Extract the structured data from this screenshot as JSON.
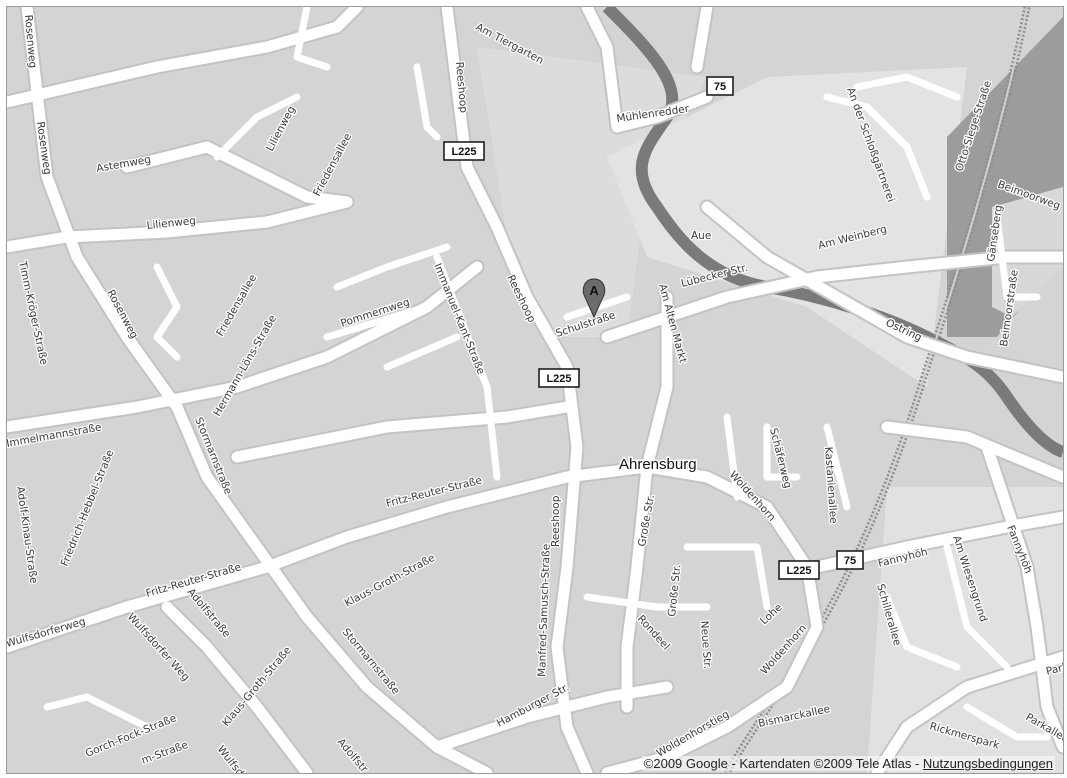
{
  "map": {
    "city": "Ahrensburg",
    "marker": {
      "letter": "A"
    },
    "shields": [
      "L225",
      "L225",
      "L225",
      "75",
      "75"
    ],
    "streets": [
      "Am Tiergarten",
      "Reeshoop",
      "Mühlenredder",
      "Lübecker Str.",
      "Astemweg",
      "Lilienweg",
      "Lilienweg",
      "Friedensallee",
      "Friedensallee",
      "Rosenweg",
      "Rosenweg",
      "Rosenweg",
      "Timm-Kröger-Straße",
      "Hermann-Löns-Straße",
      "Pommernweg",
      "Immanuel-Kant-Straße",
      "Reeshoop",
      "Schulstraße",
      "Am Alten Markt",
      "Aue",
      "Am Weinberg",
      "An der Schloßgärtnerei",
      "Otto-Siege-Straße",
      "Beimoorweg",
      "Gänseberg",
      "Beimoorstraße",
      "Ostring",
      "Immelmannstraße",
      "Stormarnstraße",
      "Friedrich-Hebbel-Straße",
      "Adolf-Kinau-Straße",
      "Fritz-Reuter-Straße",
      "Fritz-Reuter-Straße",
      "Reeshoop",
      "Große Str.",
      "Große Str.",
      "Woldenhorn",
      "Schäferweg",
      "Kastanienallee",
      "Klaus-Groth-Straße",
      "Manfred-Samusch-Straße",
      "Wulfsdorferweg",
      "Wulfsdorfer Weg",
      "Adolfstraße",
      "Klaus-Groth-Straße",
      "Stormarnstraße",
      "Gorch-Fock-Straße",
      "Adolfstr",
      "Hamburger Str.",
      "Rondeel",
      "Neue Str.",
      "Lohe",
      "Woldenhorn",
      "Woldenhorstieg",
      "Fannyhöh",
      "Fannyhöh",
      "Am Wiesengrund",
      "Schillerallee",
      "Bismarckallee",
      "Rickmerspark",
      "Parkallee",
      "Parkallee",
      "m-Straße",
      "Wulfsdorfer"
    ]
  },
  "footer": {
    "copyright_text": "©2009 Google - Kartendaten ©2009 Tele Atlas - ",
    "terms_link": "Nutzungsbedingungen"
  },
  "colors": {
    "background": "#d6d6d6",
    "road": "#ffffff",
    "river": "#7d7d7d",
    "block_light": "#e4e4e4",
    "block_dark": "#9a9a9a"
  }
}
